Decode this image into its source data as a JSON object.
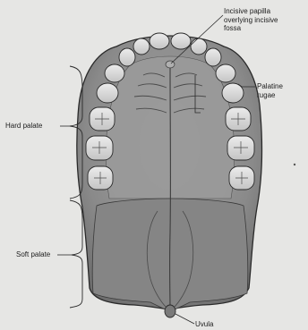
{
  "labels": {
    "incisive_papilla": [
      "Incisive papilla",
      "overlying incisive",
      "fossa"
    ],
    "palatine_rugae": [
      "Palatine",
      "rugae"
    ],
    "hard_palate": "Hard palate",
    "soft_palate": "Soft palate",
    "uvula": "Uvula"
  },
  "colors": {
    "background": "#e6e6e4",
    "palate": "#8e8e8e",
    "teeth": "#d6d6d6",
    "outline": "#2a2a2a"
  }
}
